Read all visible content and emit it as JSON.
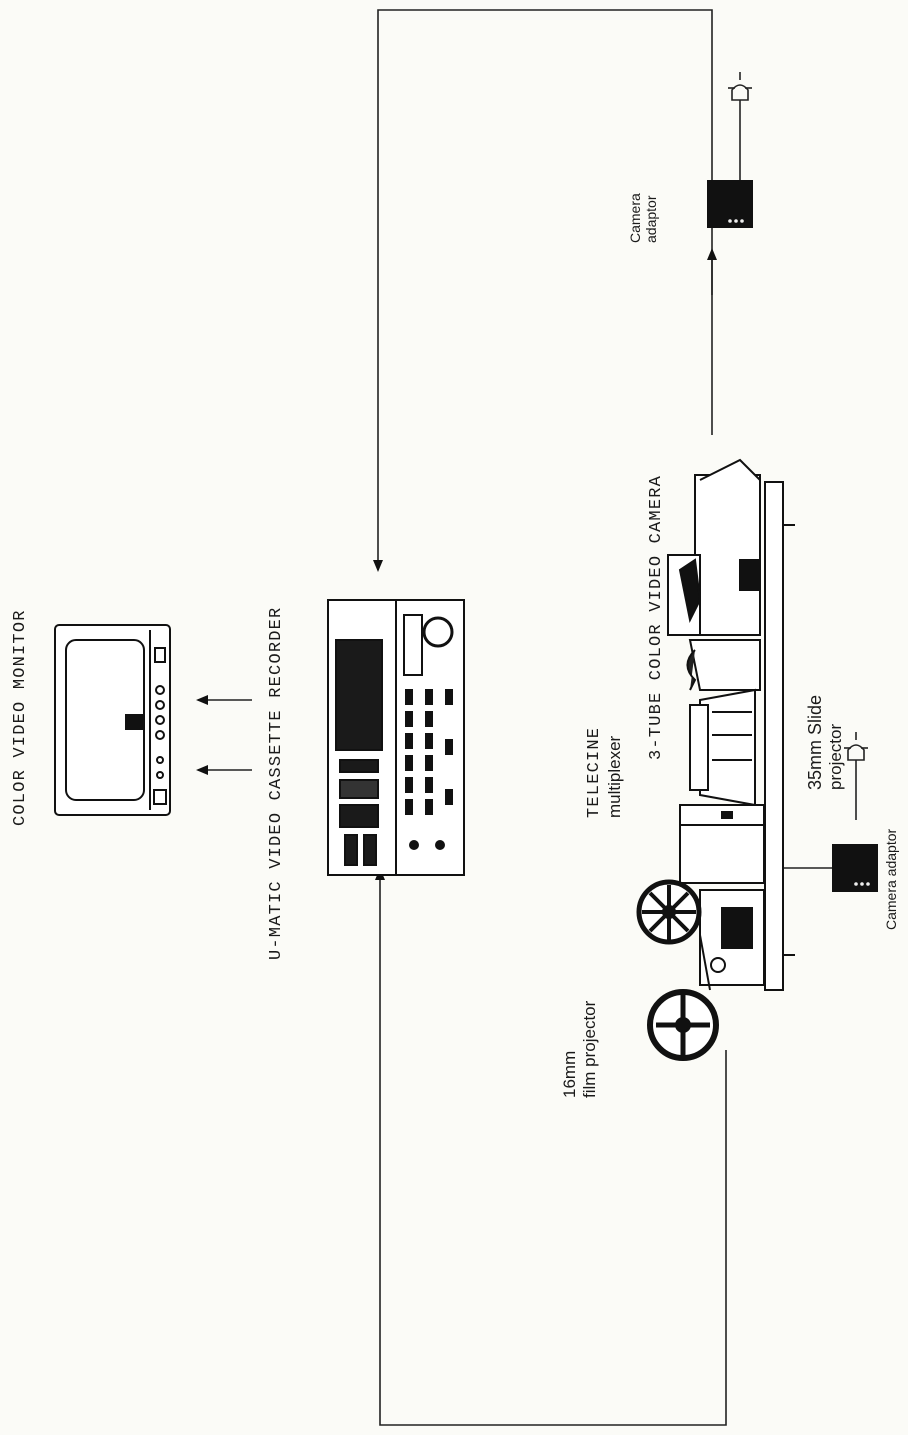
{
  "labels": {
    "monitor": "COLOR VIDEO MONITOR",
    "recorder": "U-MATIC VIDEO CASSETTE RECORDER",
    "camera": "3-TUBE COLOR VIDEO CAMERA",
    "telecine_line1": "TELECINE",
    "telecine_line2": "multiplexer",
    "slide_line1": "35mm Slide",
    "slide_line2": "projector",
    "film_line1": "16mm",
    "film_line2": "film projector",
    "adaptor_top_line1": "Camera",
    "adaptor_top_line2": "adaptor",
    "adaptor_bottom": "Camera adaptor"
  }
}
